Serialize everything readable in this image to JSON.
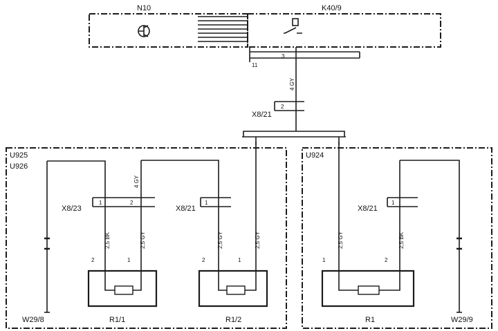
{
  "components": {
    "n10": "N10",
    "k40_9": "K40/9",
    "u925": "U925",
    "u926": "U926",
    "u924": "U924",
    "x8_21_top": "X8/21",
    "x8_23": "X8/23",
    "x8_21_left": "X8/21",
    "x8_21_right": "X8/21",
    "r1_1": "R1/1",
    "r1_2": "R1/2",
    "r1": "R1",
    "w29_8": "W29/8",
    "w29_9": "W29/9"
  },
  "markers": {
    "k40_pin": "3",
    "k40_ground": "11",
    "x8_21_top_pin": "2",
    "x8_23_pin1": "1",
    "x8_23_pin2": "2",
    "x8_21_left_pin": "1",
    "x8_21_right_pin": "1",
    "r1_1_pin2": "2",
    "r1_1_pin1": "1",
    "r1_2_pin2": "2",
    "r1_2_pin1": "1",
    "r1_pin1": "1",
    "r1_pin2": "2"
  },
  "wires": {
    "top_gy": "4 GY",
    "left_gy": "4 GY",
    "bk1": "2,5 BK",
    "gy1": "2,5 GY",
    "gy2": "2,5 GY",
    "gy3": "2,5 GY",
    "gy4": "2,5 GY",
    "bk2": "2,5 BK"
  },
  "colors": {
    "ink": "#1b1b1b",
    "paper": "#ffffff"
  }
}
